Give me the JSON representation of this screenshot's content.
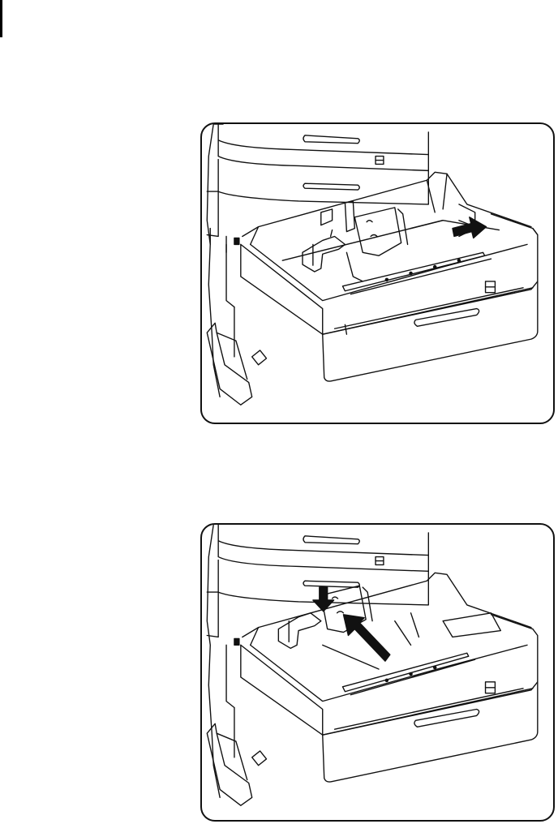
{
  "document": {
    "figures": [
      {
        "id": "fig1",
        "step": "slide-side-guide",
        "arrows": [
          {
            "direction": "right",
            "icon": "arrow-right-icon"
          }
        ]
      },
      {
        "id": "fig2",
        "step": "press-and-slide-end-guide",
        "arrows": [
          {
            "direction": "down",
            "icon": "arrow-down-icon"
          },
          {
            "direction": "up-left",
            "icon": "arrow-up-left-icon"
          }
        ]
      }
    ]
  }
}
